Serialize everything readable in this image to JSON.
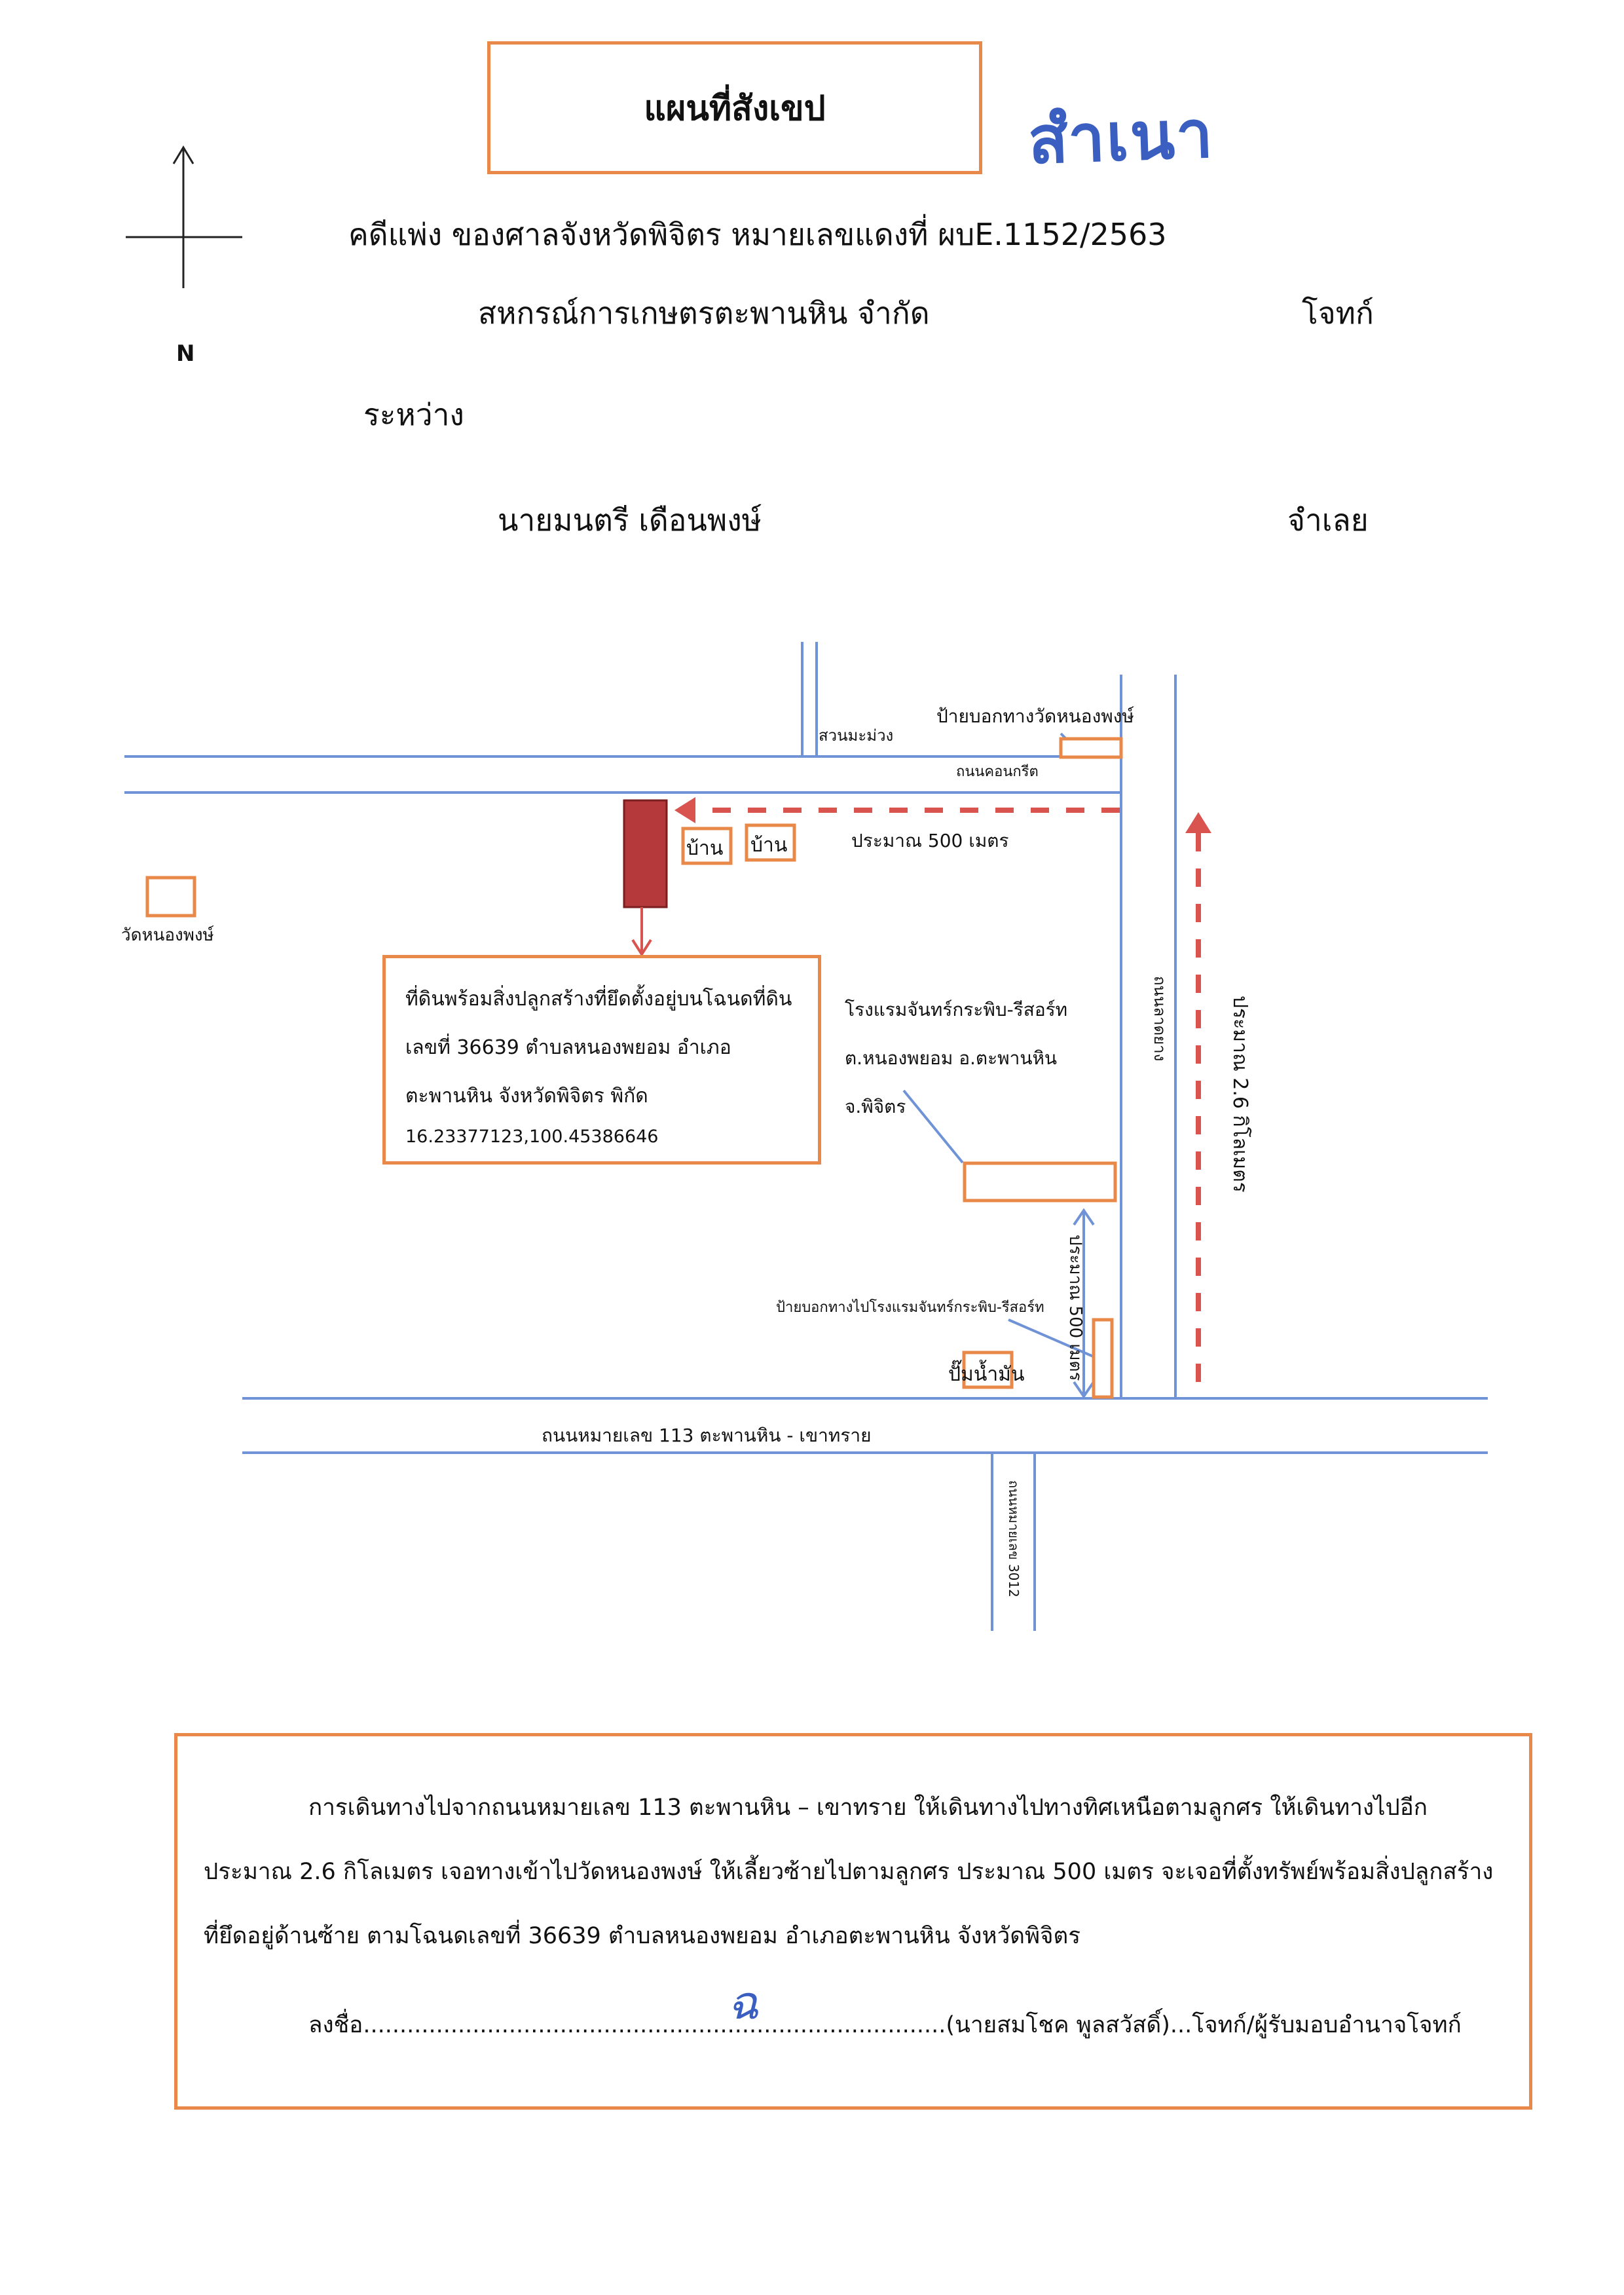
{
  "header": {
    "title": "แผนที่สังเขป",
    "stamp": "สำเนา",
    "case_no": "คดีแพ่ง ของศาลจังหวัดพิจิตร หมายเลขแดงที่ ผบE.1152/2563",
    "plaintiff": "สหกรณ์การเกษตรตะพานหิน จำกัด",
    "plaintiff_role": "โจทก์",
    "between": "ระหว่าง",
    "defendant": "นายมนตรี เดือนพงษ์",
    "defendant_role": "จำเลย"
  },
  "compass": {
    "label": "N"
  },
  "map": {
    "sign_wat": "ป้ายบอกทางวัดหนองพงษ์",
    "mango_garden": "สวนมะม่วง",
    "concrete_road": "ถนนคอนกรีต",
    "house1": "บ้าน",
    "house2": "บ้าน",
    "distance_500_top": "ประมาณ 500 เมตร",
    "wat_label": "วัดหนองพงษ์",
    "property_box": {
      "line1": "ที่ดินพร้อมสิ่งปลูกสร้างที่ยึดตั้งอยู่บนโฉนดที่ดิน",
      "line2": "เลขที่ 36639 ตำบลหนองพยอม อำเภอ",
      "line3": "ตะพานหิน จังหวัดพิจิตร พิกัด",
      "coords": "16.23377123,100.45386646"
    },
    "hotel": {
      "line1": "โรงแรมจันทร์กระพิบ-รีสอร์ท",
      "line2": "ต.หนองพยอม อ.ตะพานหิน",
      "line3": "จ.พิจิตร"
    },
    "road_vertical_small": "ถนนลาดยาง",
    "distance_26": "ประมาณ 2.6 กิโลเมตร",
    "distance_500_side": "ประมาณ 500 เมตร",
    "sign_hotel": "ป้ายบอกทางไปโรงแรมจันทร์กระพิบ-รีสอร์ท",
    "gas_station": "ปั๊มน้ำมัน",
    "highway_113": "ถนนหมายเลข 113 ตะพานหิน - เขาทราย",
    "highway_3012": "ถนนหมายเลข 3012"
  },
  "directions": {
    "text": "การเดินทางไปจากถนนหมายเลข 113 ตะพานหิน – เขาทราย ให้เดินทางไปทางทิศเหนือตามลูกศร ให้เดินทางไปอีกประมาณ 2.6 กิโลเมตร เจอทางเข้าไปวัดหนองพงษ์ ให้เลี้ยวซ้ายไปตามลูกศร ประมาณ 500 เมตร จะเจอที่ตั้งทรัพย์พร้อมสิ่งปลูกสร้างที่ยึดอยู่ด้านซ้าย ตามโฉนดเลขที่ 36639 ตำบลหนองพยอม อำเภอตะพานหิน จังหวัดพิจิตร",
    "sign_prefix": "ลงชื่อ",
    "sign_dots": "................................................................................",
    "sign_suffix": "(นายสมโชค พูลสวัสดิ์)...โจทก์/ผู้รับมอบอำนาจโจทก์",
    "signature": "ฉ"
  },
  "colors": {
    "road": "#6f93d6",
    "orange": "#e8894a",
    "red": "#d9534f",
    "property": "#b5383a"
  }
}
